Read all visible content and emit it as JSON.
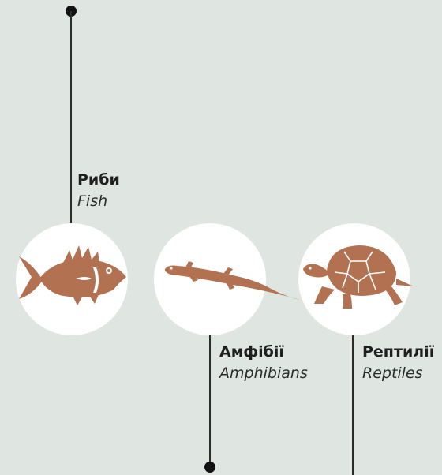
{
  "accent_color": "#b27150",
  "groups": [
    {
      "ua": "Риби",
      "en": "Fish",
      "icon": "fish-icon"
    },
    {
      "ua": "Амфібії",
      "en": "Amphibians",
      "icon": "salamander-icon"
    },
    {
      "ua": "Рептилії",
      "en": "Reptiles",
      "icon": "turtle-icon"
    }
  ]
}
